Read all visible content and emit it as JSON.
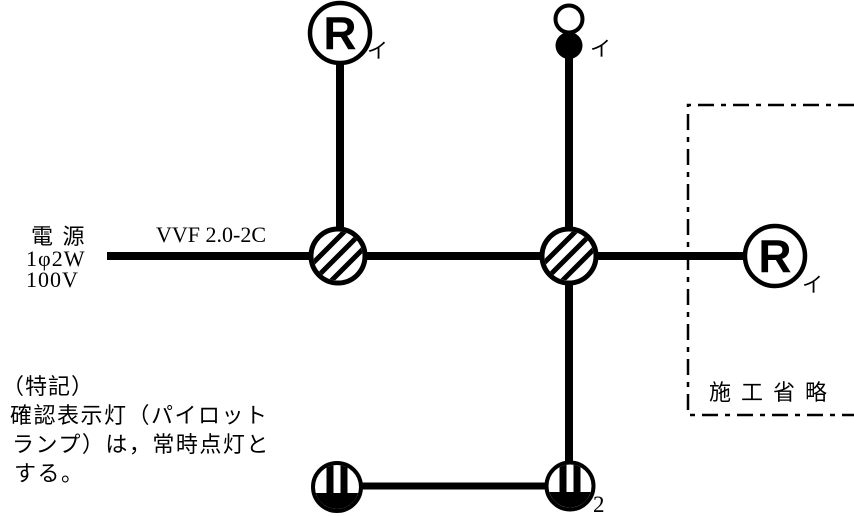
{
  "colors": {
    "background": "#ffffff",
    "ink": "#000000"
  },
  "power_source": {
    "name": "電 源",
    "phase": "1φ2W",
    "voltage": "100V"
  },
  "cable": {
    "label": "VVF 2.0-2C"
  },
  "devices": {
    "lamp_top": {
      "symbol": "R",
      "circuit": "イ"
    },
    "lamp_right": {
      "symbol": "R",
      "circuit": "イ"
    },
    "pilot_lamp": {
      "symbol": "open-circle"
    },
    "switch": {
      "symbol": "filled-circle",
      "circuit": "イ"
    },
    "junction_box_left": {
      "symbol": "hatched-circle"
    },
    "junction_box_right": {
      "symbol": "hatched-circle"
    },
    "outlet_single": {
      "symbol": "wall-outlet"
    },
    "outlet_double": {
      "symbol": "wall-outlet",
      "count": "2"
    }
  },
  "omission": {
    "label": "施工省略"
  },
  "note": {
    "title": "（特記）",
    "lines": [
      "確認表示灯（パイロット",
      "ランプ）は，常時点灯と",
      "する。"
    ]
  }
}
